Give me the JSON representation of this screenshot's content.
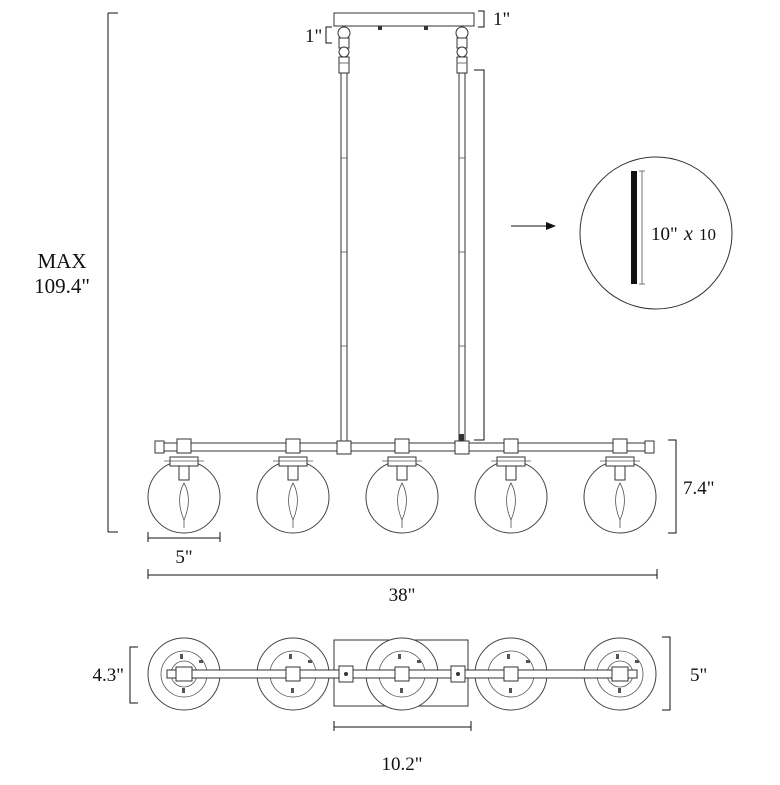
{
  "labels": {
    "max_label": "MAX",
    "max_value": "109.4\"",
    "canopy_height_left": "1\"",
    "canopy_height_right": "1\"",
    "rod_spec": "10\"",
    "rod_count_sign": "x",
    "rod_count": "10",
    "fixture_height": "7.4\"",
    "globe_width": "5\"",
    "overall_length": "38\"",
    "top_view_depth": "4.3\"",
    "top_view_globe": "5\"",
    "canopy_length": "10.2\""
  },
  "fixture": {
    "globe_count": 5
  }
}
